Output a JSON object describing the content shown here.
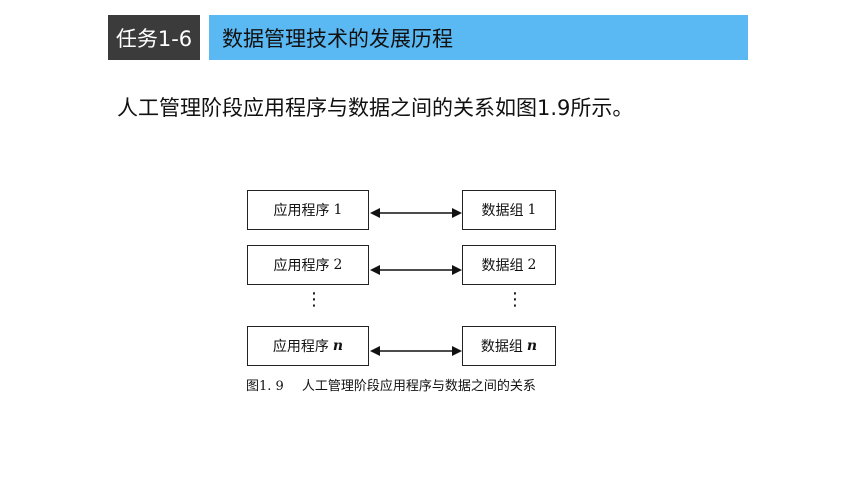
{
  "header": {
    "task_label": "任务1-6",
    "title": "数据管理技术的发展历程"
  },
  "body": {
    "text": "人工管理阶段应用程序与数据之间的关系如图1.9所示。"
  },
  "diagram": {
    "rows": [
      {
        "app": "应用程序",
        "app_num": "1",
        "data": "数据组",
        "data_num": "1"
      },
      {
        "app": "应用程序",
        "app_num": "2",
        "data": "数据组",
        "data_num": "2"
      },
      {
        "app": "应用程序",
        "app_num": "n",
        "data": "数据组",
        "data_num": "n"
      }
    ],
    "ellipsis": "⋮",
    "caption_num": "图1. 9",
    "caption_title": "人工管理阶段应用程序与数据之间的关系"
  }
}
